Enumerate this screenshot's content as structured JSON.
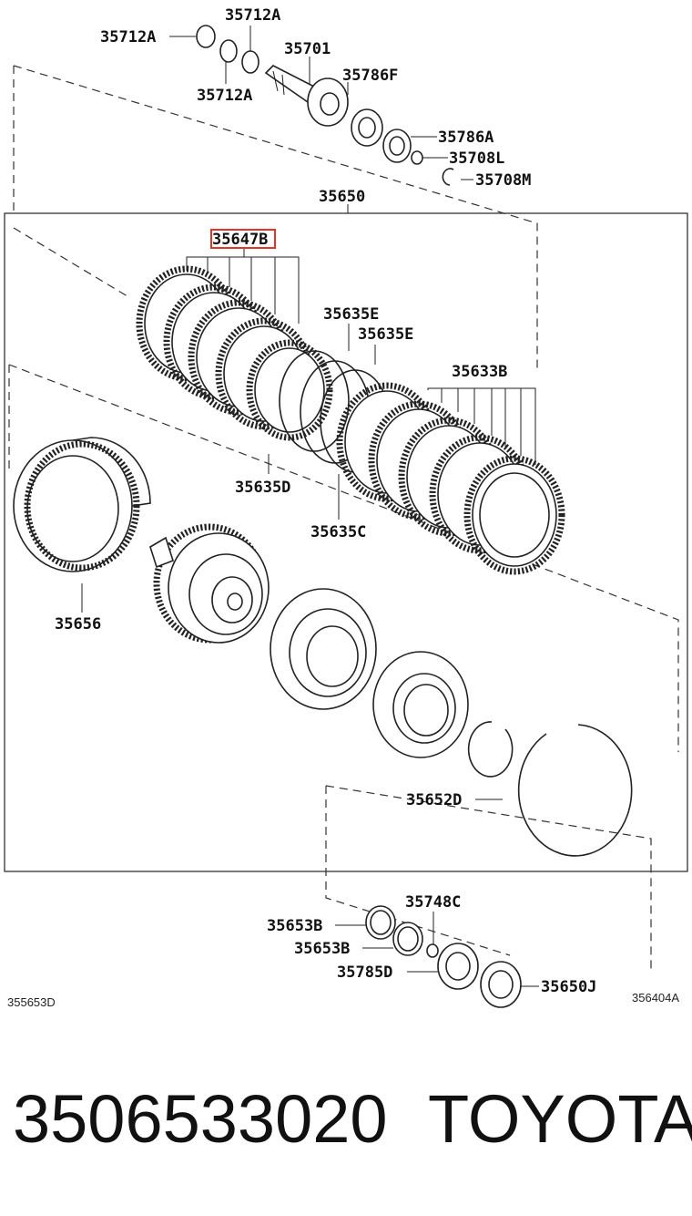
{
  "diagram": {
    "labels": {
      "l_35712a_top": "35712A",
      "l_35712a_left": "35712A",
      "l_35712a_bottom": "35712A",
      "l_35701": "35701",
      "l_35786f": "35786F",
      "l_35786a": "35786A",
      "l_35708l": "35708L",
      "l_35708m": "35708M",
      "l_35650": "35650",
      "l_35647b": "35647B",
      "l_35635e_1": "35635E",
      "l_35635e_2": "35635E",
      "l_35633b": "35633B",
      "l_35635d": "35635D",
      "l_35635c": "35635C",
      "l_35656": "35656",
      "l_35652d": "35652D",
      "l_35748c": "35748C",
      "l_35653b_1": "35653B",
      "l_35653b_2": "35653B",
      "l_35785d": "35785D",
      "l_35650j": "35650J"
    },
    "ref_left": "355653D",
    "ref_right": "356404A",
    "highlight_color": "#e0342c"
  },
  "footer": {
    "part_number": "3506533020",
    "brand": "TOYOTA"
  }
}
